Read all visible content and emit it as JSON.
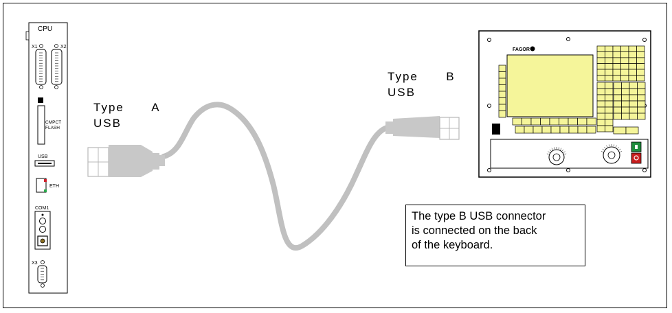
{
  "cpu": {
    "title": "CPU",
    "x1": "X1",
    "x2": "X2",
    "flash": "CMPCT FLASH",
    "flash_line1": "CMPCT",
    "flash_line2": "FLASH",
    "usb": "USB",
    "eth": "ETH",
    "com1": "COM1",
    "x3": "X3"
  },
  "labels": {
    "type_a_line1": "Type      A",
    "type_a_line2": "USB",
    "type_b_line1": "Type      B",
    "type_b_line2": "USB"
  },
  "keyboard": {
    "brand": "FAGOR"
  },
  "note": {
    "line1": "The type B USB connector",
    "line2": "is connected on the back",
    "line3": "of the keyboard."
  },
  "colors": {
    "cable": "#c0c0c0",
    "connector_body": "#c8c8c8",
    "led_red": "#d0202a",
    "led_green": "#2aa84a",
    "button_green": "#1e8c3c",
    "button_red": "#c81e1e"
  }
}
